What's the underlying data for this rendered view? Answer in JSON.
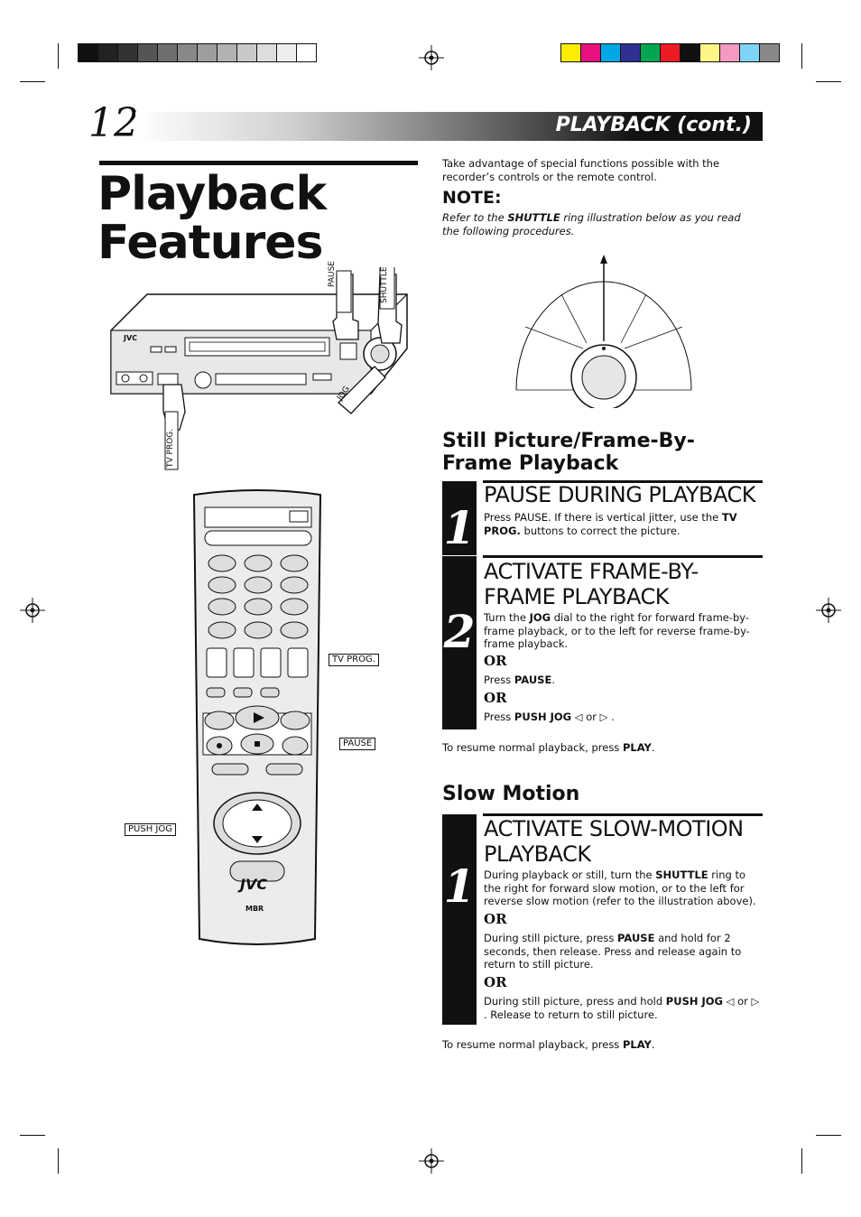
{
  "header": {
    "page_number": "12",
    "section_title": "PLAYBACK (cont.)"
  },
  "title": {
    "line1": "Playback",
    "line2": "Features"
  },
  "intro": "Take advantage of special functions possible with the recorder’s controls or the remote control.",
  "note": {
    "heading": "NOTE:",
    "text_pre": "Refer to the ",
    "text_bold": "SHUTTLE",
    "text_post": " ring illustration below as you read the following procedures."
  },
  "illustration_labels": {
    "vcr_pause": "PAUSE",
    "vcr_shuttle": "SHUTTLE",
    "vcr_jog": "JOG",
    "vcr_tv_prog": "TV PROG.",
    "vcr_brand": "JVC",
    "remote_tv_prog": "TV PROG.",
    "remote_pause": "PAUSE",
    "remote_push_jog": "PUSH JOG",
    "remote_brand": "JVC",
    "remote_sub_brand": "MBR"
  },
  "still_section": {
    "heading_line1": "Still Picture/Frame-By-",
    "heading_line2": "Frame Playback",
    "step1": {
      "number": "1",
      "title": "PAUSE DURING PLAYBACK",
      "text_pre": "Press PAUSE. If there is vertical jitter, use the ",
      "text_bold": "TV PROG.",
      "text_post": " buttons to correct the picture."
    },
    "step2": {
      "number": "2",
      "title_line1": "ACTIVATE FRAME-BY-",
      "title_line2": "FRAME PLAYBACK",
      "text_pre": "Turn the ",
      "text_bold": "JOG",
      "text_post": " dial to the right for forward frame-by-frame playback, or to the left for reverse frame-by-frame playback.",
      "or1": "OR",
      "alt1_pre": "Press ",
      "alt1_bold": "PAUSE",
      "alt1_post": ".",
      "or2": "OR",
      "alt2_pre": "Press ",
      "alt2_bold": "PUSH JOG",
      "alt2_post": " ◁ or ▷ ."
    },
    "resume_pre": "To resume normal playback, press ",
    "resume_bold": "PLAY",
    "resume_post": "."
  },
  "slow_section": {
    "heading": "Slow Motion",
    "step1": {
      "number": "1",
      "title_line1": "ACTIVATE SLOW-MOTION",
      "title_line2": "PLAYBACK",
      "text_pre": "During playback or still, turn the ",
      "text_bold": "SHUTTLE",
      "text_post": " ring to the right for forward slow motion, or to the left for reverse slow motion (refer to the illustration above).",
      "or1": "OR",
      "alt1_pre": "During still picture, press ",
      "alt1_bold": "PAUSE",
      "alt1_post": " and hold for 2 seconds, then release. Press and release again to return to still picture.",
      "or2": "OR",
      "alt2_pre": "During still picture, press and hold ",
      "alt2_bold": "PUSH JOG",
      "alt2_post": " ◁ or ▷ . Release to return to still picture."
    },
    "resume_pre": "To resume normal playback, press ",
    "resume_bold": "PLAY",
    "resume_post": "."
  },
  "colors": {
    "grayscale_bar": [
      "#111111",
      "#222222",
      "#333333",
      "#555555",
      "#6e6e6e",
      "#888888",
      "#9e9e9e",
      "#b2b2b2",
      "#c8c8c8",
      "#dddddd",
      "#eeeeee",
      "#ffffff"
    ],
    "color_bar": [
      "#ffee00",
      "#e8117f",
      "#00a7e6",
      "#2e3192",
      "#00a651",
      "#ed1c24",
      "#111111",
      "#fff685",
      "#f49ac1",
      "#7fd3f7",
      "#888888"
    ]
  }
}
